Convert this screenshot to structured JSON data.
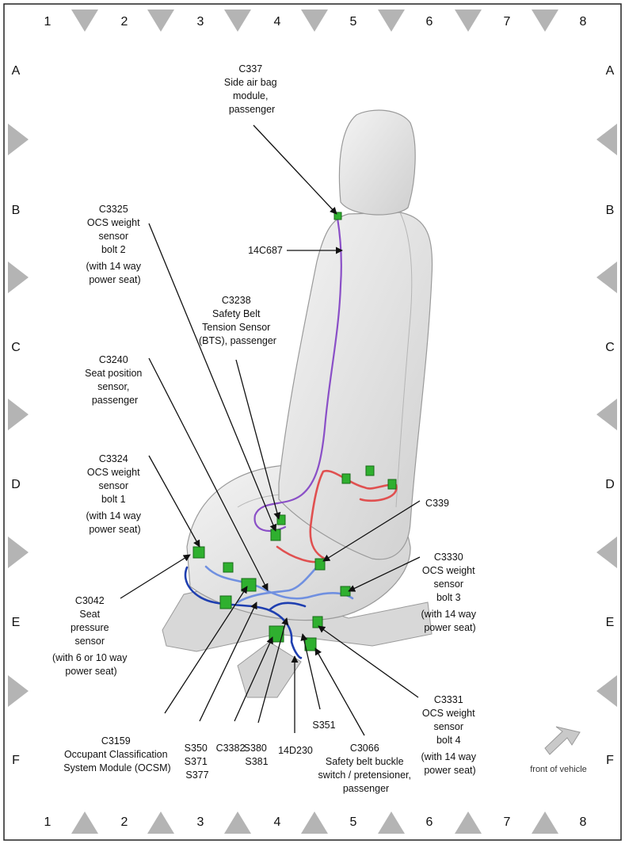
{
  "grid": {
    "columns": [
      "1",
      "2",
      "3",
      "4",
      "5",
      "6",
      "7",
      "8"
    ],
    "rows": [
      "A",
      "B",
      "C",
      "D",
      "E",
      "F"
    ]
  },
  "labels": {
    "c337": [
      "C337",
      "Side air bag",
      "module,",
      "passenger"
    ],
    "c3325": [
      "C3325",
      "OCS weight",
      "sensor",
      "bolt 2",
      "(with 14 way",
      "power seat)"
    ],
    "c14c687": [
      "14C687"
    ],
    "c3238": [
      "C3238",
      "Safety Belt",
      "Tension Sensor",
      "(BTS), passenger"
    ],
    "c3240": [
      "C3240",
      "Seat position",
      "sensor,",
      "passenger"
    ],
    "c3324": [
      "C3324",
      "OCS weight",
      "sensor",
      "bolt 1",
      "(with 14 way",
      "power seat)"
    ],
    "c339": [
      "C339"
    ],
    "c3330": [
      "C3330",
      "OCS weight",
      "sensor",
      "bolt 3",
      "(with 14 way",
      "power seat)"
    ],
    "c3042": [
      "C3042",
      "Seat",
      "pressure",
      "sensor",
      "(with 6 or 10 way",
      "power seat)"
    ],
    "c3331": [
      "C3331",
      "OCS weight",
      "sensor",
      "bolt 4",
      "(with 14 way",
      "power seat)"
    ],
    "c3159": [
      "C3159",
      "Occupant Classification",
      "System Module (OCSM)"
    ],
    "s350": [
      "S350",
      "S371",
      "S377"
    ],
    "c3382": [
      "C3382"
    ],
    "s380": [
      "S380",
      "S381"
    ],
    "c14d230": [
      "14D230"
    ],
    "s351": [
      "S351"
    ],
    "c3066": [
      "C3066",
      "Safety belt buckle",
      "switch / pretensioner,",
      "passenger"
    ],
    "front": [
      "front of vehicle"
    ]
  },
  "colors": {
    "frame": "#222222",
    "tick": "#b4b4b4",
    "seat_fill": "#e6e6e6",
    "seat_stroke": "#9a9a9a",
    "wire_purple": "#8a4fc7",
    "wire_red": "#e05050",
    "wire_blue": "#1f3fb0",
    "wire_lightblue": "#7090e0",
    "connector_green": "#2fb02f"
  }
}
